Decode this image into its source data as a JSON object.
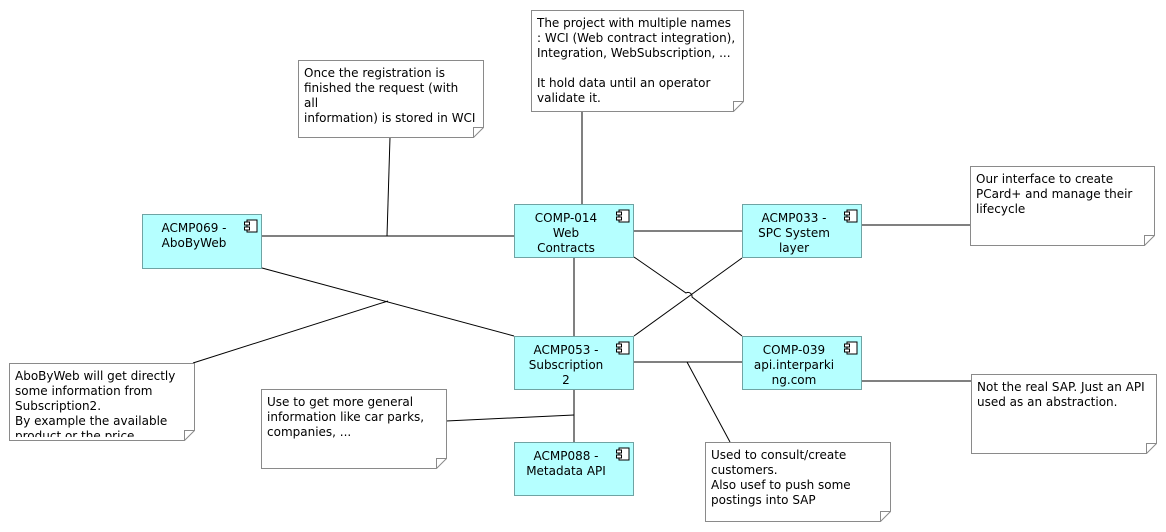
{
  "colors": {
    "component_fill": "#b5ffff",
    "component_border": "#6fa3a3",
    "note_fill": "#ffffff",
    "note_border": "#8a8a8a",
    "connector": "#000000"
  },
  "components": [
    {
      "id": "acmp069",
      "lines": [
        "ACMP069 -",
        "AboByWeb"
      ],
      "icon": "component-icon"
    },
    {
      "id": "comp014",
      "lines": [
        "COMP-014",
        "Web",
        "Contracts"
      ],
      "icon": "component-icon"
    },
    {
      "id": "acmp033",
      "lines": [
        "ACMP033 -",
        "SPC System",
        "layer"
      ],
      "icon": "component-icon"
    },
    {
      "id": "acmp053",
      "lines": [
        "ACMP053 -",
        "Subscription",
        "2"
      ],
      "icon": "component-icon"
    },
    {
      "id": "comp039",
      "lines": [
        "COMP-039",
        "api.interparki",
        "ng.com"
      ],
      "icon": "component-icon"
    },
    {
      "id": "acmp088",
      "lines": [
        "ACMP088 -",
        "Metadata API"
      ],
      "icon": "component-icon"
    }
  ],
  "notes": [
    {
      "id": "registration",
      "text": "Once the registration is\nfinished the request (with all\ninformation) is stored in WCI"
    },
    {
      "id": "wci",
      "text": "The project with multiple names\n: WCI (Web contract integration),\nIntegration, WebSubscription, ...\n\nIt hold data until an operator\nvalidate it."
    },
    {
      "id": "pcard",
      "text": "Our interface to create\nPCard+ and manage their\nlifecycle"
    },
    {
      "id": "abobyweb",
      "text": "AboByWeb will get directly\nsome information from\nSubscription2.\nBy example the available\nproduct or the price"
    },
    {
      "id": "metadata",
      "text": "Use to get more general\ninformation like car parks,\ncompanies, ..."
    },
    {
      "id": "sap",
      "text": "Not the real SAP. Just an API\nused as an abstraction."
    },
    {
      "id": "customers",
      "text": "Used to consult/create\ncustomers.\nAlso usef to push some\npostings into SAP"
    }
  ]
}
